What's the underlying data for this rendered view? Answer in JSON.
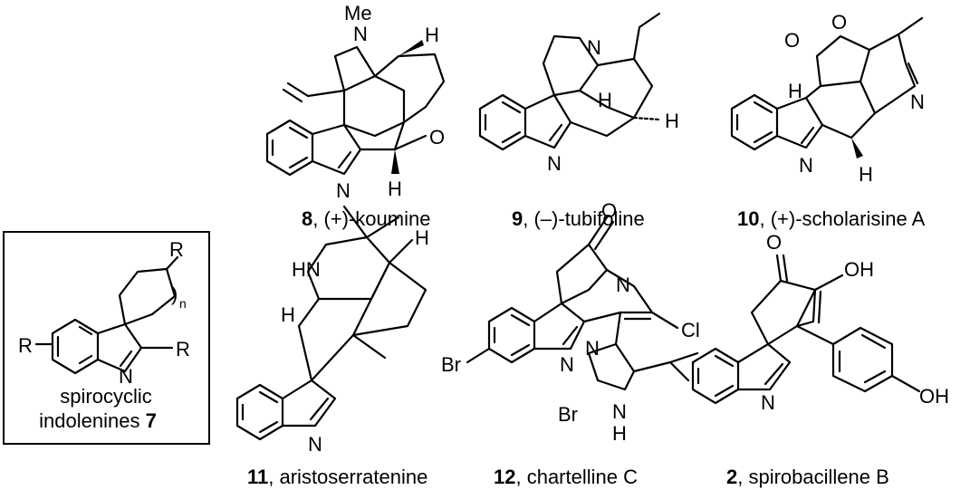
{
  "atoms": {
    "R": "R",
    "n": "n",
    "N": "N",
    "H": "H",
    "O": "O",
    "Me": "Me",
    "Br": "Br",
    "Cl": "Cl",
    "HN": "HN",
    "OH": "OH",
    "open_paren": ")"
  },
  "box": {
    "line1": "spirocyclic",
    "line2": "indolenines",
    "number": "7"
  },
  "compounds": [
    {
      "number": "8",
      "name": ", (+)-koumine"
    },
    {
      "number": "9",
      "name": ", (–)-tubifoline"
    },
    {
      "number": "10",
      "name": ", (+)-scholarisine A"
    },
    {
      "number": "11",
      "name": ", aristoserratenine"
    },
    {
      "number": "12",
      "name": ", chartelline C"
    },
    {
      "number": "2",
      "name": ", spirobacillene B"
    }
  ]
}
